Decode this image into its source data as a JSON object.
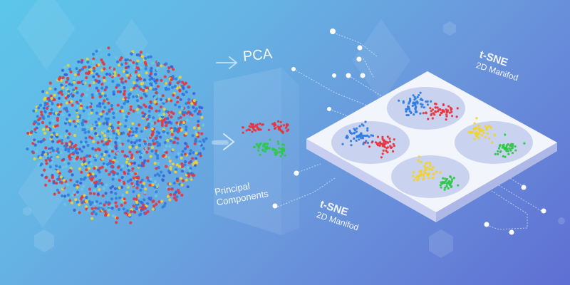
{
  "diagram": {
    "title": "Dimensionality reduction: high-dimensional data → PCA → t-SNE 2D manifold",
    "stages": [
      {
        "id": "raw",
        "label": "",
        "description": "High-dimensional point cloud (mixed colors)"
      },
      {
        "id": "pca",
        "label": "PCA",
        "caption": "Principal Components"
      },
      {
        "id": "tsne",
        "label": "t-SNE",
        "sublabel": "2D Manifod"
      }
    ],
    "labels": {
      "pca_title": "PCA",
      "principal_line1": "Principal",
      "principal_line2": "Components",
      "tsne_top_line1": "t-SNE",
      "tsne_top_line2": "2D Manifod",
      "tsne_bottom_line1": "t-SNE",
      "tsne_bottom_line2": "2D Manifod"
    },
    "arrows": [
      {
        "id": "arrow-to-pca-label",
        "icon": "arrow-right-icon"
      },
      {
        "id": "arrow-to-pca-plane",
        "icon": "arrow-right-icon"
      }
    ],
    "manifold_clusters": [
      {
        "region": "top",
        "clusters": [
          "blue",
          "red"
        ]
      },
      {
        "region": "left",
        "clusters": [
          "blue",
          "red"
        ]
      },
      {
        "region": "right",
        "clusters": [
          "yellow",
          "green"
        ]
      },
      {
        "region": "bottom",
        "clusters": [
          "yellow",
          "green"
        ]
      }
    ],
    "pca_clusters": [
      "red",
      "red",
      "green",
      "green"
    ]
  },
  "colors": {
    "red": "#e8343c",
    "blue": "#2f7de0",
    "yellow": "#f2d22e",
    "green": "#2ec84a",
    "bg_start": "#5cc6ea",
    "bg_end": "#5f6fd3",
    "plane": "#f2f4fb"
  }
}
